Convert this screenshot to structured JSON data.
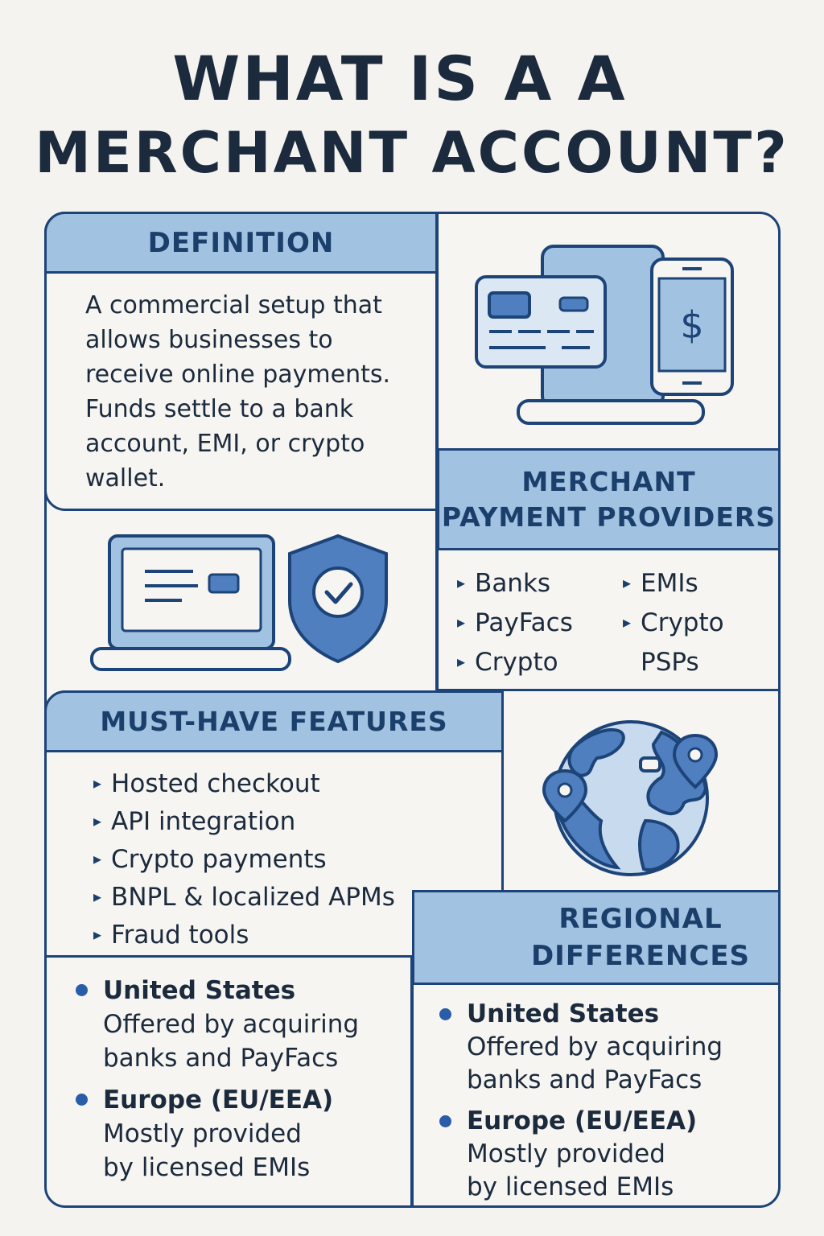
{
  "title": {
    "line1": "WHAT IS A A",
    "line2": "MERCHANT ACCOUNT?"
  },
  "definition": {
    "heading": "DEFINITION",
    "text": "A commercial setup that allows businesses to receive online payments. Funds settle to a bank account, EMI, or crypto wallet."
  },
  "providers": {
    "heading_line1": "MERCHANT",
    "heading_line2": "PAYMENT PROVIDERS",
    "items": [
      "Banks",
      "EMIs",
      "PayFacs",
      "Crypto",
      "Crypto",
      "PSPs"
    ]
  },
  "features": {
    "heading": "MUST-HAVE FEATURES",
    "items": [
      "Hosted checkout",
      "API integration",
      "Crypto payments",
      "BNPL & localized APMs",
      "Fraud tools"
    ]
  },
  "regional": {
    "heading_line1": "REGIONAL",
    "heading_line2": "DIFFERENCES",
    "left": [
      {
        "name": "United States",
        "desc1": "Offered by acquiring",
        "desc2": "banks and PayFacs"
      },
      {
        "name": "Europe (EU/EEA)",
        "desc1": "Mostly provided",
        "desc2": "by licensed EMIs"
      }
    ],
    "right": [
      {
        "name": "United States",
        "desc1": "Offered by acquiring",
        "desc2": "banks and PayFacs"
      },
      {
        "name": "Europe (EU/EEA)",
        "desc1": "Mostly provided",
        "desc2": "by licensed EMIs"
      }
    ]
  },
  "icons": {
    "payment_devices": "card-and-phone-icon",
    "secure_checkout": "laptop-shield-icon",
    "global": "globe-pins-icon",
    "currency_symbol": "$"
  },
  "colors": {
    "navy": "#1d4478",
    "light_blue": "#a2c2e1",
    "mid_blue": "#4f7fbf",
    "background": "#f4f3ef"
  }
}
